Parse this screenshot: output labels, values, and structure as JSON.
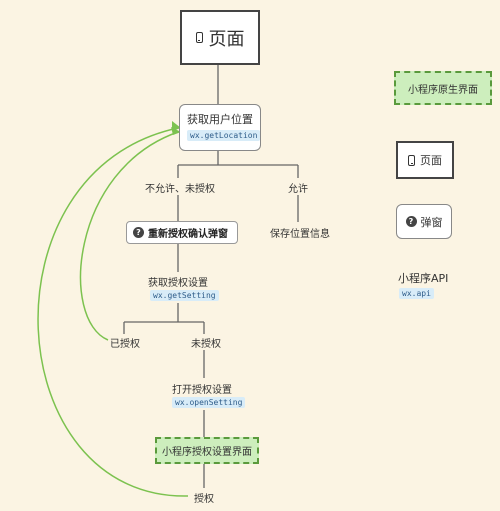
{
  "nodes": {
    "page": "页面",
    "get_location": {
      "label": "获取用户位置",
      "api": "wx.getLocation"
    },
    "not_allowed": "不允许、未授权",
    "allow": "允许",
    "reauth_dialog": "重新授权确认弹窗",
    "save_location": "保存位置信息",
    "get_setting": {
      "label": "获取授权设置",
      "api": "wx.getSetting"
    },
    "authorized": "已授权",
    "unauthorized": "未授权",
    "open_setting": {
      "label": "打开授权设置",
      "api": "wx.openSetting"
    },
    "setting_page": "小程序授权设置界面",
    "grant": "授权"
  },
  "legend": {
    "native_page": "小程序原生界面",
    "page": "页面",
    "dialog": "弹窗",
    "api_title": "小程序API",
    "api_sample": "wx.api"
  },
  "colors": {
    "background": "#fbf4e3",
    "green_fill": "#cdeebd",
    "green_border": "#5a9a3c",
    "curve_green": "#7cc24f",
    "api_bg": "#d8ecf8",
    "line": "#666666"
  },
  "icons": {
    "page": "phone-icon",
    "dialog": "question-icon"
  }
}
